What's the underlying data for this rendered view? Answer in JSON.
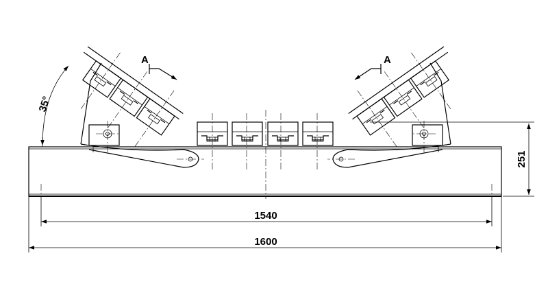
{
  "dimensions": {
    "overall_width": "1600",
    "inner_width": "1540",
    "height": "251",
    "trough_angle": "35°"
  },
  "section_labels": {
    "left": "A",
    "right": "A"
  }
}
